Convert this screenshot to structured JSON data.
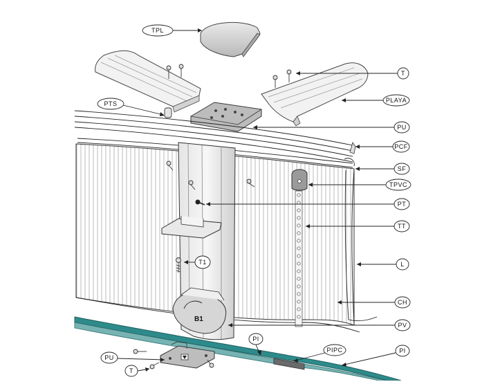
{
  "diagram": {
    "callouts": {
      "tpl": "TPL",
      "pts": "PTS",
      "t_top": "T",
      "playa": "PLAYA",
      "pu_top": "PU",
      "pcf": "PCF",
      "sf": "SF",
      "tpvc": "TPVC",
      "pt": "PT",
      "tt": "TT",
      "t1": "T1",
      "l": "L",
      "ch": "CH",
      "pv": "PV",
      "pi_mid": "PI",
      "pipc": "PIPC",
      "pi_right": "PI",
      "pu_bottom": "PU",
      "t_bottom": "T"
    },
    "part_marking": "B1"
  }
}
